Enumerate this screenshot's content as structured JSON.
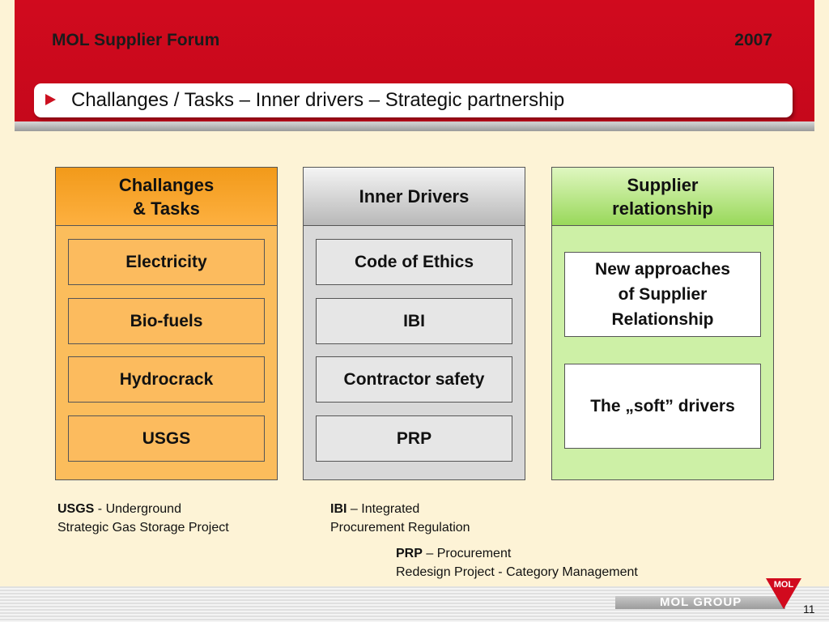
{
  "header": {
    "title": "MOL Supplier Forum",
    "year": "2007",
    "subtitle": "Challanges / Tasks – Inner drivers – Strategic partnership"
  },
  "columns": [
    {
      "heading": "Challanges\n& Tasks",
      "items": [
        "Electricity",
        "Bio-fuels",
        "Hydrocrack",
        "USGS"
      ]
    },
    {
      "heading": "Inner Drivers",
      "items": [
        "Code of Ethics",
        "IBI",
        "Contractor safety",
        "PRP"
      ]
    },
    {
      "heading": "Supplier\nrelationship",
      "items": [
        "New approaches\nof Supplier\nRelationship",
        "The „soft” drivers"
      ]
    }
  ],
  "notes": {
    "usgs": {
      "term": "USGS",
      "separator": " - ",
      "line1": "Underground",
      "line2": "Strategic Gas Storage Project"
    },
    "ibi": {
      "term": "IBI",
      "separator": " – ",
      "line1": "Integrated",
      "line2": "Procurement Regulation"
    },
    "prp": {
      "term": "PRP",
      "separator": " – ",
      "line1": "Procurement",
      "line2": "Redesign Project - Category Management"
    }
  },
  "footer": {
    "brand": "MOL GROUP",
    "logo_text": "MOL",
    "page_number": "11"
  },
  "colors": {
    "header_red": "#d10a1e",
    "challenges_orange": "#fbbd5c",
    "drivers_grey": "#d8d8d8",
    "supplier_green": "#cdf0a6",
    "background": "#fdf3d6"
  }
}
